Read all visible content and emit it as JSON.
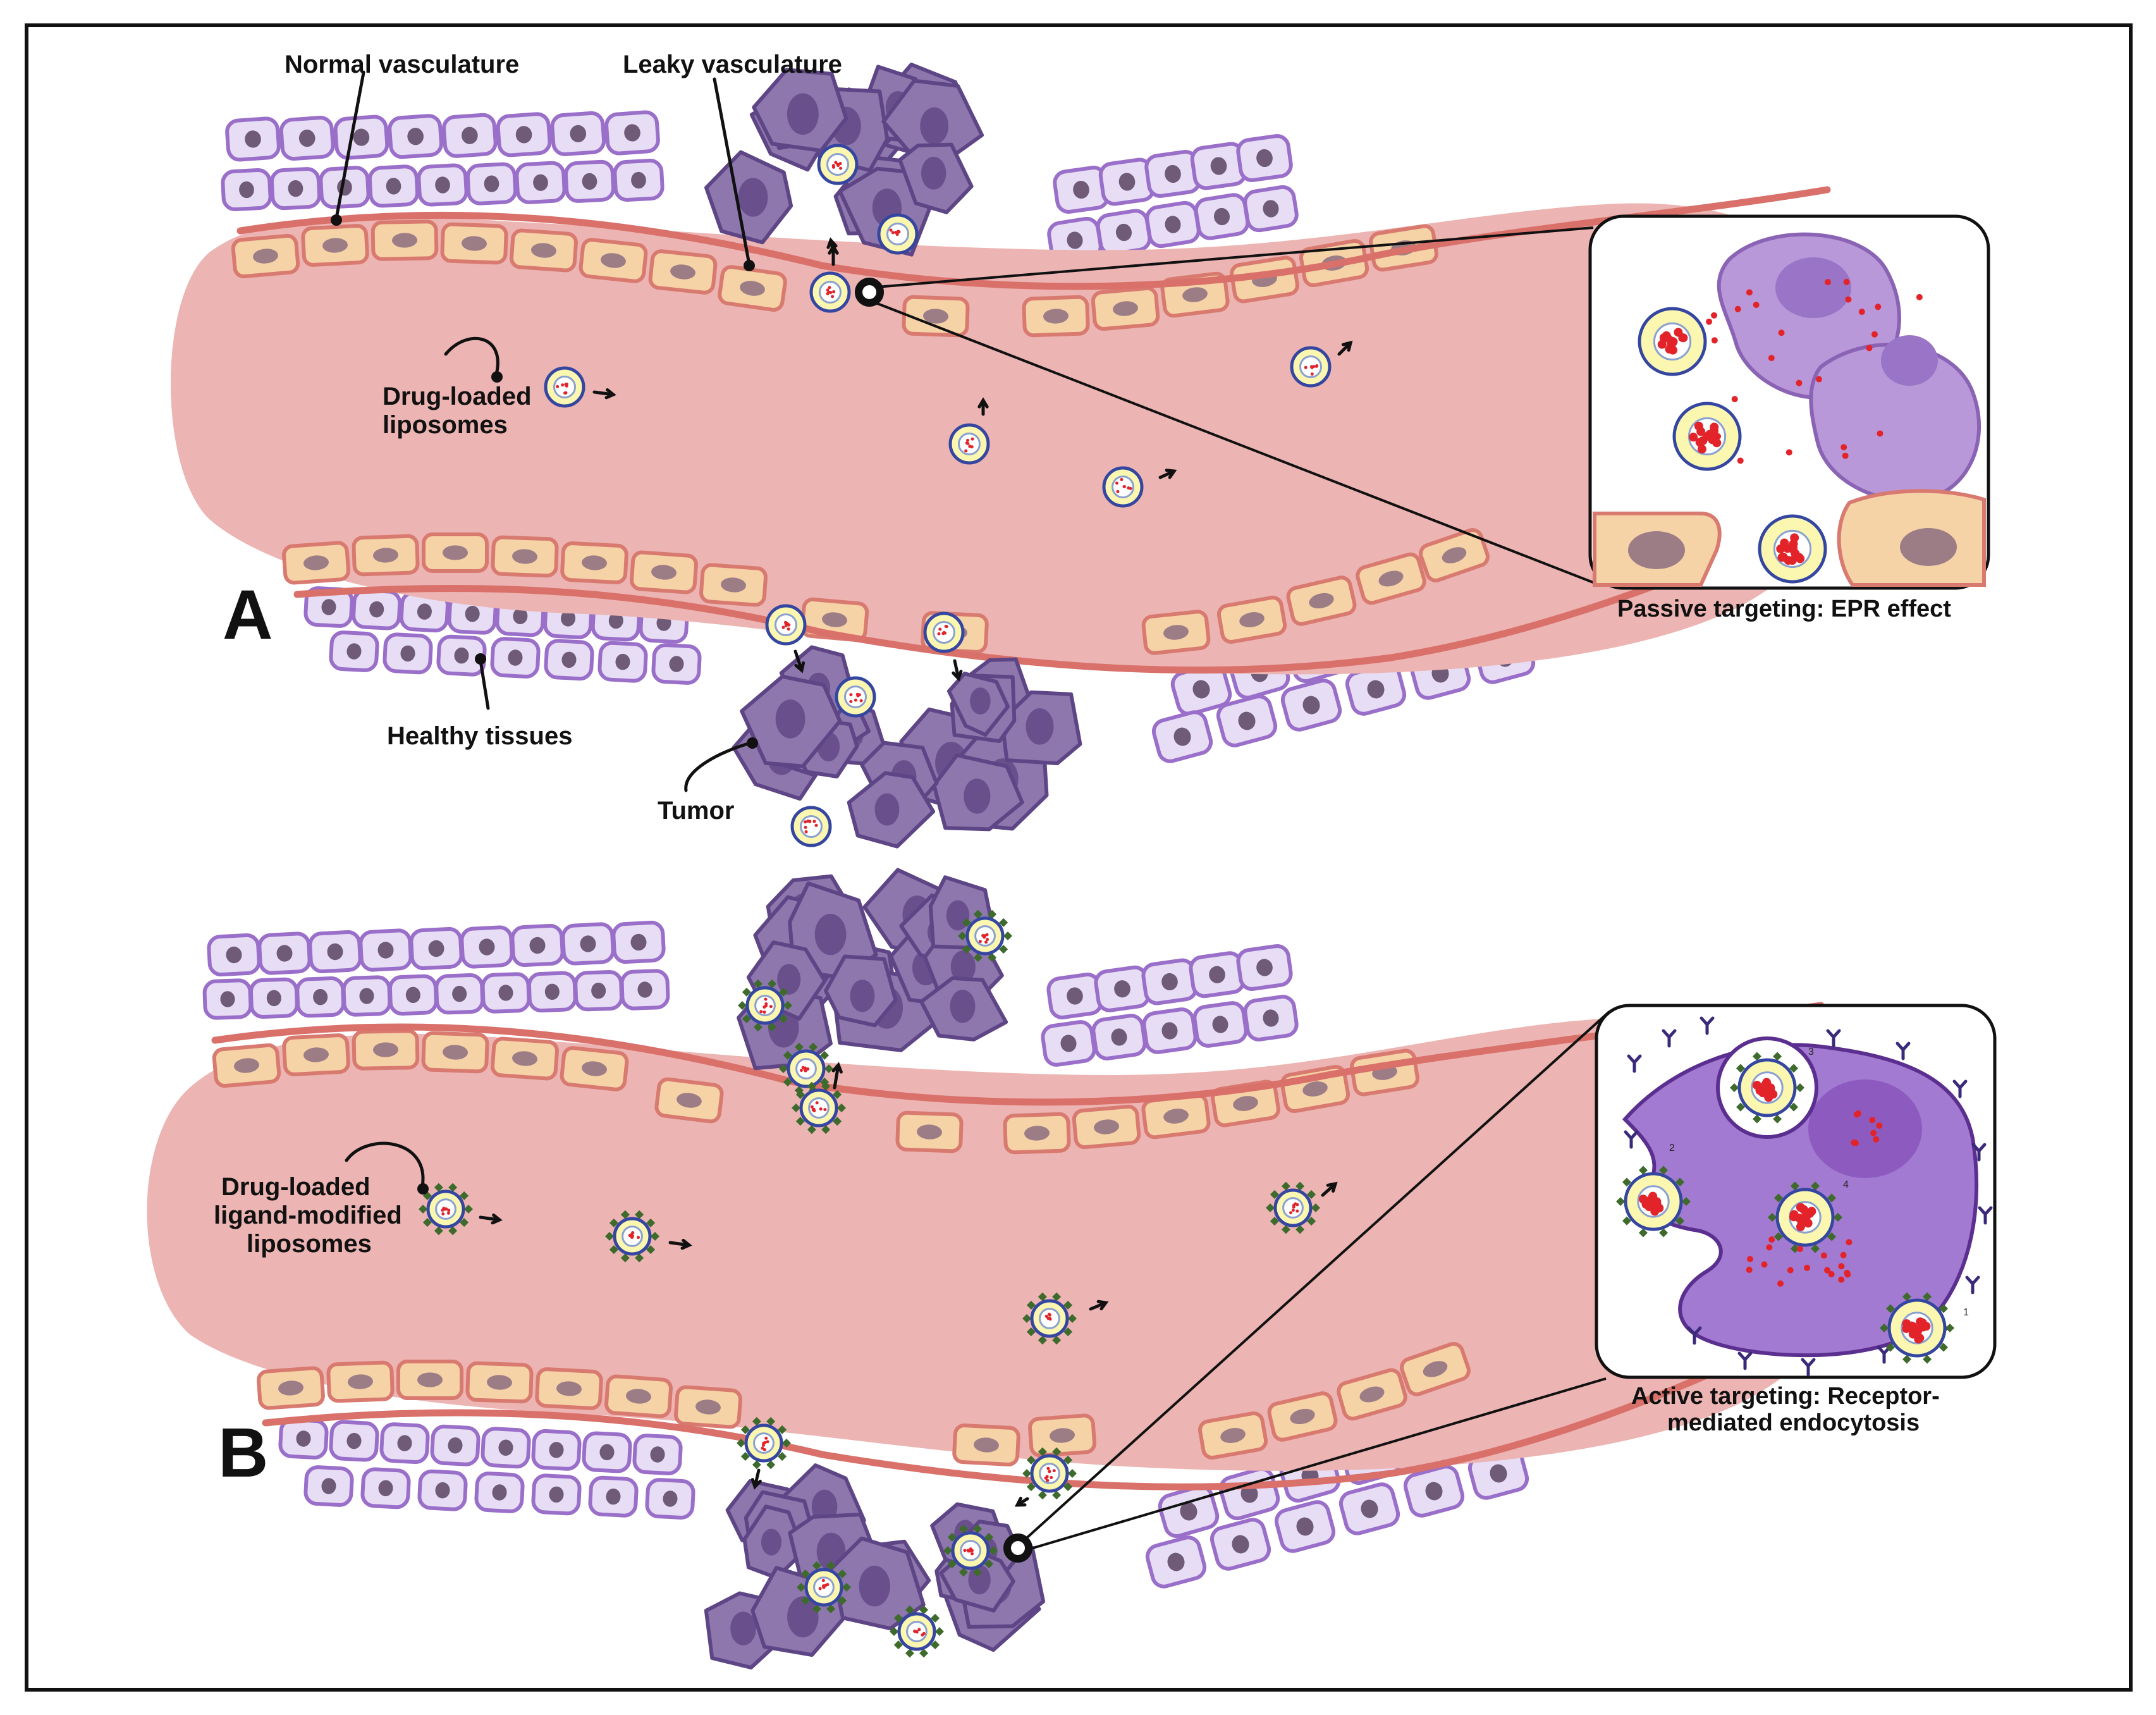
{
  "panel_a": {
    "letter": "A",
    "labels": {
      "normal_vasculature": "Normal vasculature",
      "leaky_vasculature": "Leaky vasculature",
      "drug_loaded_line1": "Drug-loaded",
      "drug_loaded_line2": "liposomes",
      "healthy_tissues": "Healthy tissues",
      "tumor": "Tumor"
    },
    "inset_caption": "Passive targeting: EPR effect"
  },
  "panel_b": {
    "letter": "B",
    "labels": {
      "drug_loaded_line1": "Drug-loaded",
      "drug_loaded_line2": "ligand-modified",
      "drug_loaded_line3": "liposomes"
    },
    "inset_caption_line1": "Active  targeting: Receptor-",
    "inset_caption_line2": "mediated endocytosis",
    "step_numbers": [
      "1",
      "2",
      "3",
      "4"
    ]
  },
  "colors": {
    "vessel": "#ecb4b2",
    "endothelial": "#f6d2a7",
    "healthy_cell": "#e7def5",
    "tumor_cell": "#8e77ad",
    "liposome": "#fbf6b0",
    "drug": "#e2242a"
  }
}
